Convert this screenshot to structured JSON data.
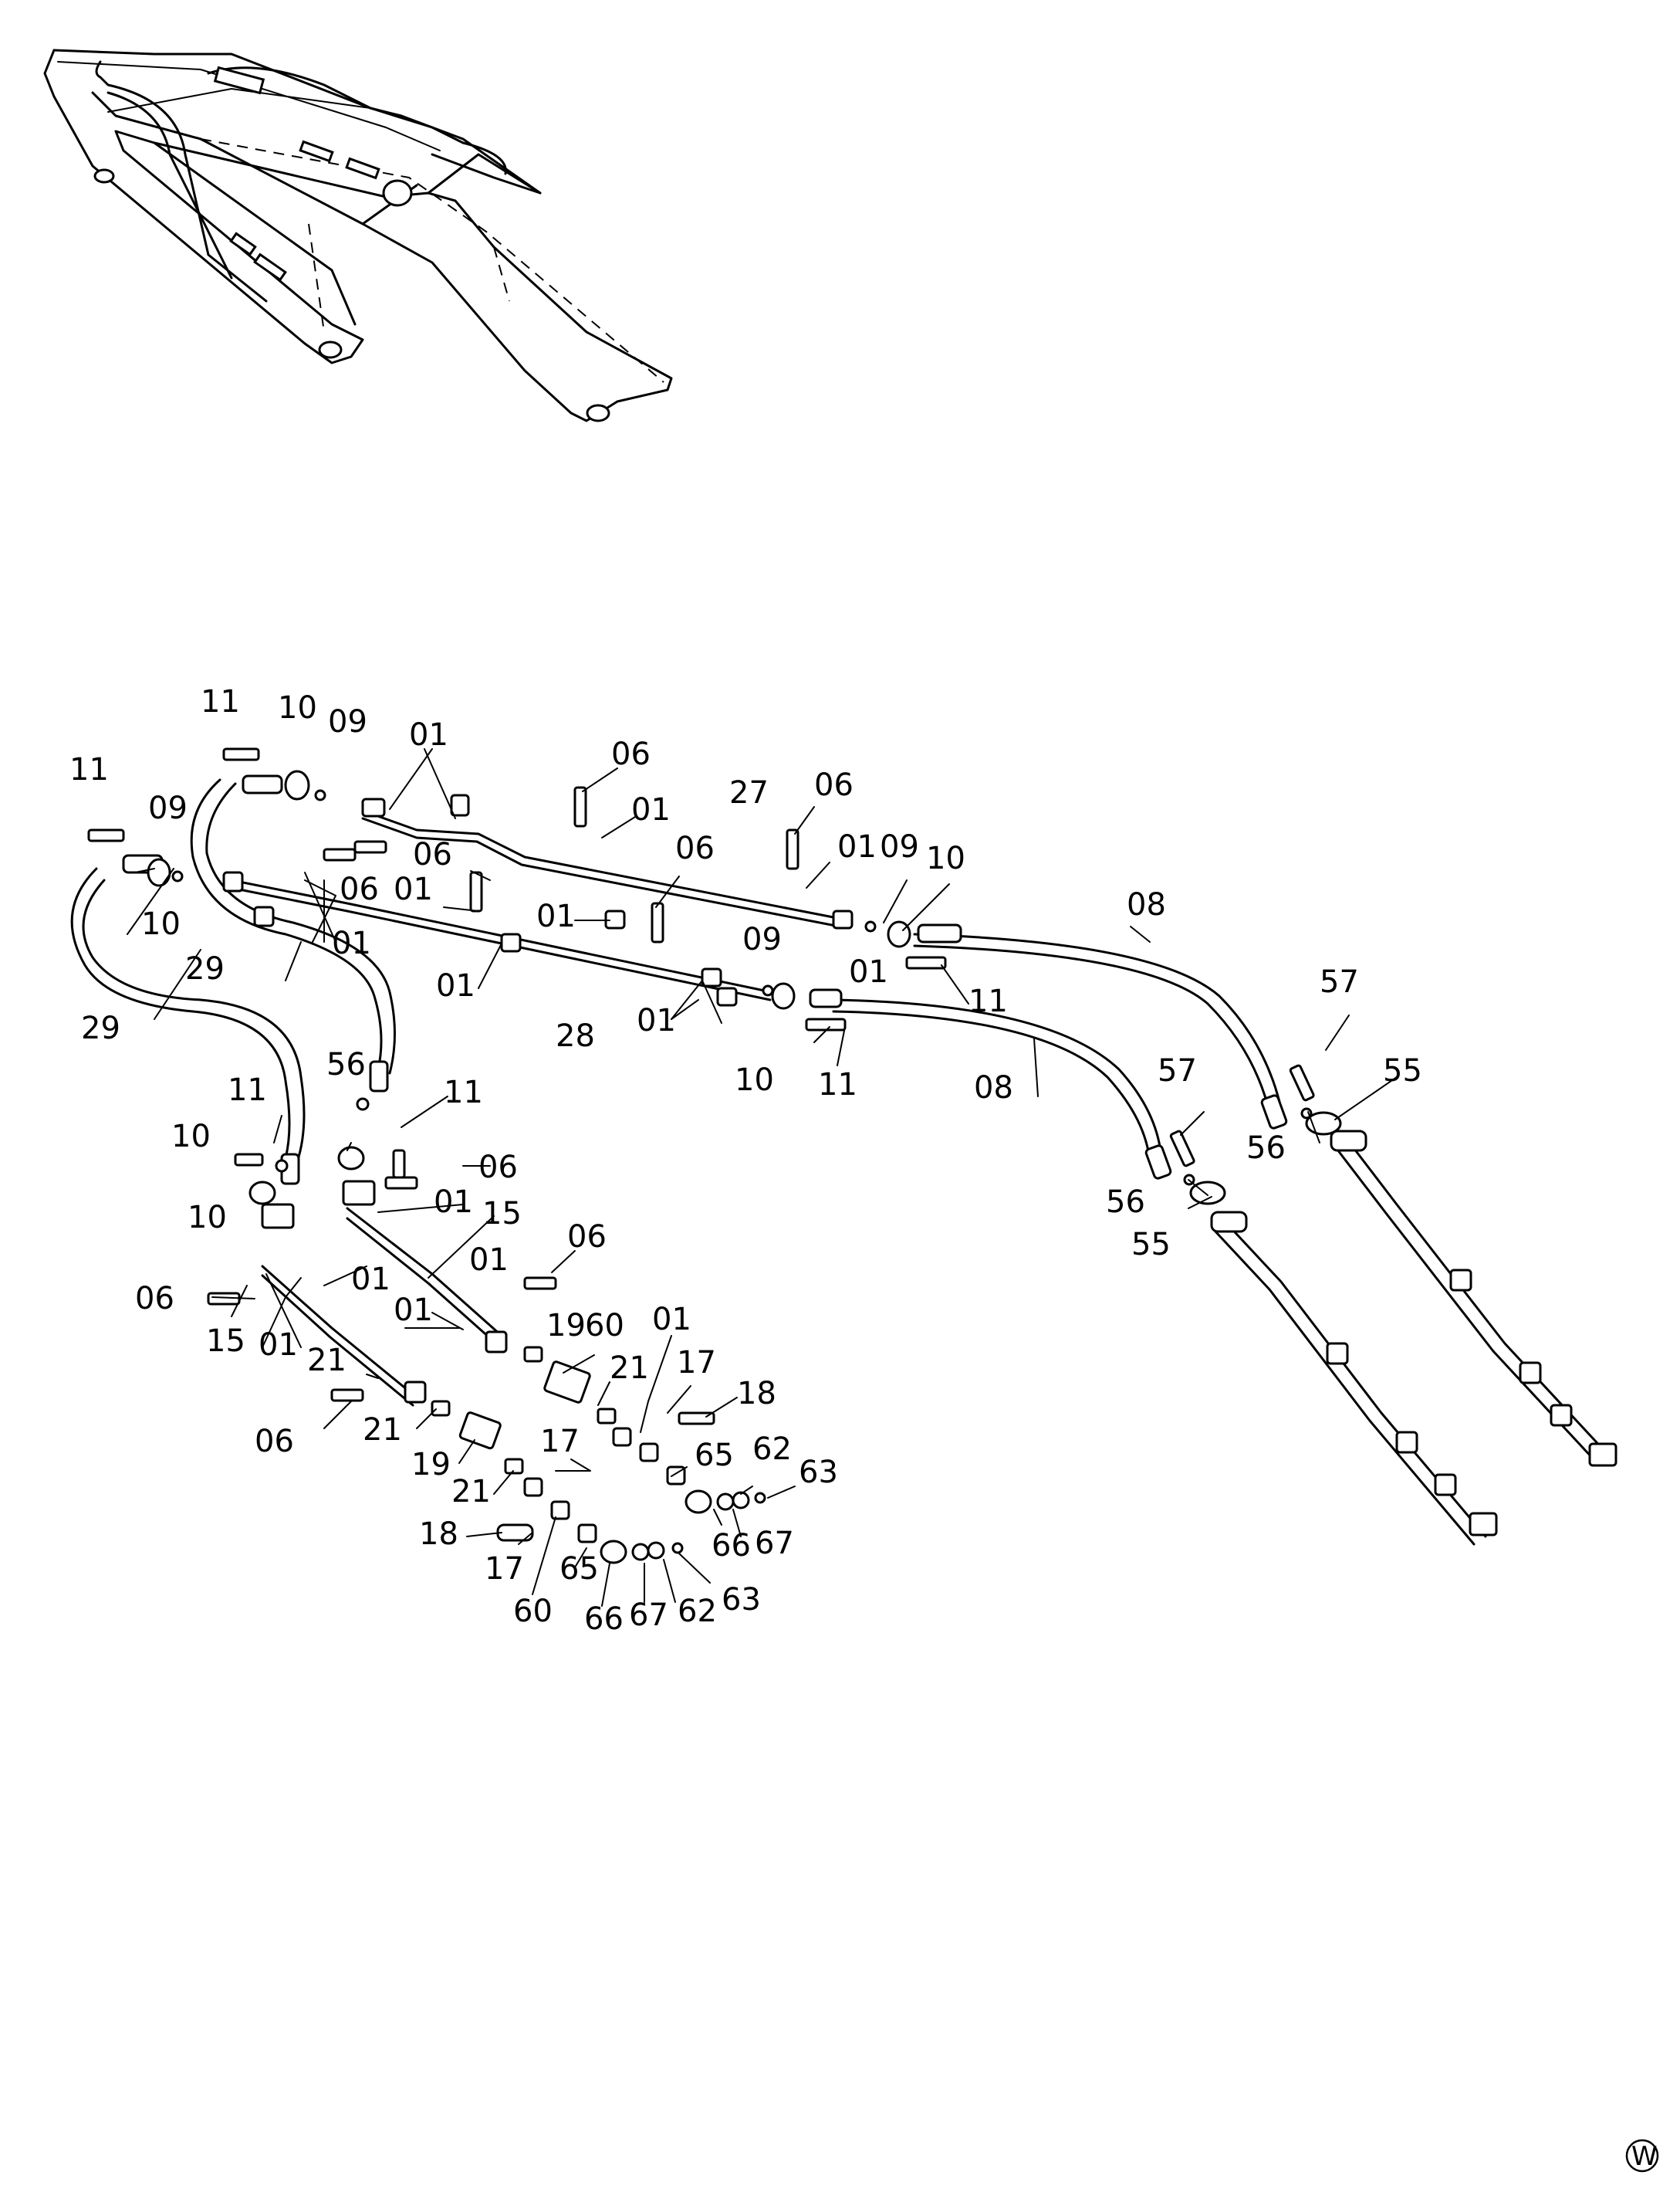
{
  "diagram": {
    "watermark": "W",
    "callouts": [
      {
        "id": "c1",
        "text": "11"
      },
      {
        "id": "c2",
        "text": "10"
      },
      {
        "id": "c3",
        "text": "09"
      },
      {
        "id": "c4",
        "text": "01"
      },
      {
        "id": "c5",
        "text": "11"
      },
      {
        "id": "c6",
        "text": "09"
      },
      {
        "id": "c7",
        "text": "10"
      },
      {
        "id": "c8",
        "text": "06"
      },
      {
        "id": "c9",
        "text": "01"
      },
      {
        "id": "c10",
        "text": "27"
      },
      {
        "id": "c11",
        "text": "06"
      },
      {
        "id": "c12",
        "text": "06"
      },
      {
        "id": "c13",
        "text": "01"
      },
      {
        "id": "c14",
        "text": "09"
      },
      {
        "id": "c15",
        "text": "10"
      },
      {
        "id": "c16",
        "text": "06"
      },
      {
        "id": "c17",
        "text": "06"
      },
      {
        "id": "c18",
        "text": "01"
      },
      {
        "id": "c19",
        "text": "01"
      },
      {
        "id": "c20",
        "text": "08"
      },
      {
        "id": "c21",
        "text": "01"
      },
      {
        "id": "c22",
        "text": "29"
      },
      {
        "id": "c23",
        "text": "01"
      },
      {
        "id": "c24",
        "text": "01"
      },
      {
        "id": "c25",
        "text": "11"
      },
      {
        "id": "c26",
        "text": "57"
      },
      {
        "id": "c27",
        "text": "29"
      },
      {
        "id": "c28",
        "text": "28"
      },
      {
        "id": "c29",
        "text": "09"
      },
      {
        "id": "c30",
        "text": "01"
      },
      {
        "id": "c31",
        "text": "10"
      },
      {
        "id": "c32",
        "text": "11"
      },
      {
        "id": "c33",
        "text": "55"
      },
      {
        "id": "c34",
        "text": "56"
      },
      {
        "id": "c35",
        "text": "56"
      },
      {
        "id": "c36",
        "text": "11"
      },
      {
        "id": "c37",
        "text": "57"
      },
      {
        "id": "c38",
        "text": "08"
      },
      {
        "id": "c39",
        "text": "11"
      },
      {
        "id": "c40",
        "text": "10"
      },
      {
        "id": "c41",
        "text": "06"
      },
      {
        "id": "c42",
        "text": "01"
      },
      {
        "id": "c43",
        "text": "15"
      },
      {
        "id": "c44",
        "text": "56"
      },
      {
        "id": "c45",
        "text": "55"
      },
      {
        "id": "c46",
        "text": "10"
      },
      {
        "id": "c47",
        "text": "06"
      },
      {
        "id": "c48",
        "text": "01"
      },
      {
        "id": "c49",
        "text": "01"
      },
      {
        "id": "c50",
        "text": "06"
      },
      {
        "id": "c51",
        "text": "01"
      },
      {
        "id": "c52",
        "text": "15"
      },
      {
        "id": "c53",
        "text": "01"
      },
      {
        "id": "c54",
        "text": "21"
      },
      {
        "id": "c55",
        "text": "19"
      },
      {
        "id": "c56",
        "text": "60"
      },
      {
        "id": "c57",
        "text": "01"
      },
      {
        "id": "c58",
        "text": "21"
      },
      {
        "id": "c59",
        "text": "17"
      },
      {
        "id": "c60",
        "text": "18"
      },
      {
        "id": "c61",
        "text": "06"
      },
      {
        "id": "c62",
        "text": "21"
      },
      {
        "id": "c63",
        "text": "17"
      },
      {
        "id": "c64",
        "text": "65"
      },
      {
        "id": "c65",
        "text": "62"
      },
      {
        "id": "c66",
        "text": "19"
      },
      {
        "id": "c67",
        "text": "63"
      },
      {
        "id": "c68",
        "text": "21"
      },
      {
        "id": "c69",
        "text": "66"
      },
      {
        "id": "c70",
        "text": "67"
      },
      {
        "id": "c71",
        "text": "18"
      },
      {
        "id": "c72",
        "text": "17"
      },
      {
        "id": "c73",
        "text": "65"
      },
      {
        "id": "c74",
        "text": "63"
      },
      {
        "id": "c75",
        "text": "60"
      },
      {
        "id": "c76",
        "text": "66"
      },
      {
        "id": "c77",
        "text": "67"
      },
      {
        "id": "c78",
        "text": "62"
      }
    ]
  }
}
